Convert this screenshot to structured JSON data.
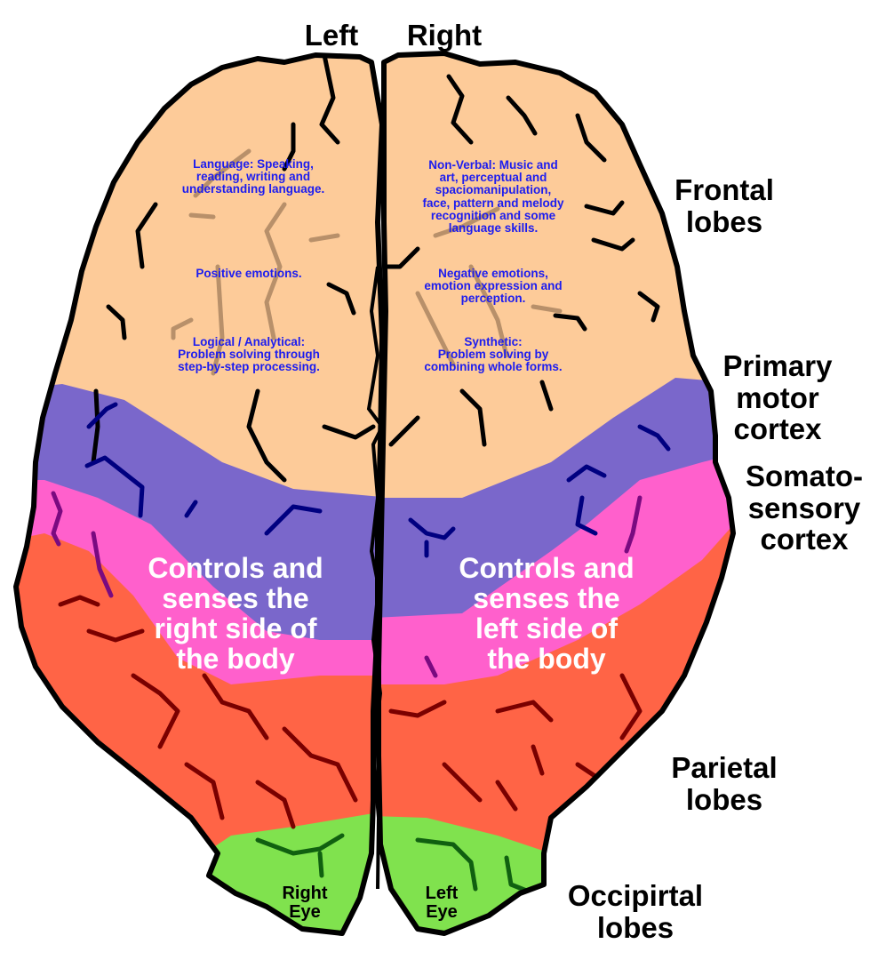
{
  "title_labels": {
    "left": "Left",
    "right": "Right"
  },
  "region_labels": {
    "frontal": "Frontal\nlobes",
    "primary_motor": "Primary\nmotor\ncortex",
    "somatosensory": "Somato-\nsensory\ncortex",
    "parietal": "Parietal\nlobes",
    "occipital": "Occipirtal\nlobes"
  },
  "left_hemisphere": {
    "language": "Language:  Speaking,\nreading, writing and\nunderstanding language.",
    "emotions": "Positive emotions.",
    "logic": "Logical / Analytical:\nProblem solving through\nstep-by-step processing.",
    "controls": "Controls and\nsenses the\nright side of\nthe body",
    "eye": "Right\nEye"
  },
  "right_hemisphere": {
    "nonverbal": "Non-Verbal: Music and\nart, perceptual and\nspaciomanipulation,\nface, pattern and melody\nrecognition and some\nlanguage skills.",
    "emotions": "Negative emotions,\nemotion expression and\nperception.",
    "synthetic": "Synthetic:\nProblem solving by\ncombining whole forms.",
    "controls": "Controls and\nsenses the\nleft side of\nthe body",
    "eye": "Left\nEye"
  },
  "colors": {
    "frontal": "#fdcb99",
    "motor": "#7a67cb",
    "somatosensory": "#ff60cc",
    "parietal": "#ff6446",
    "occipital": "#80e24e",
    "function_text": "#1c1cf0"
  }
}
